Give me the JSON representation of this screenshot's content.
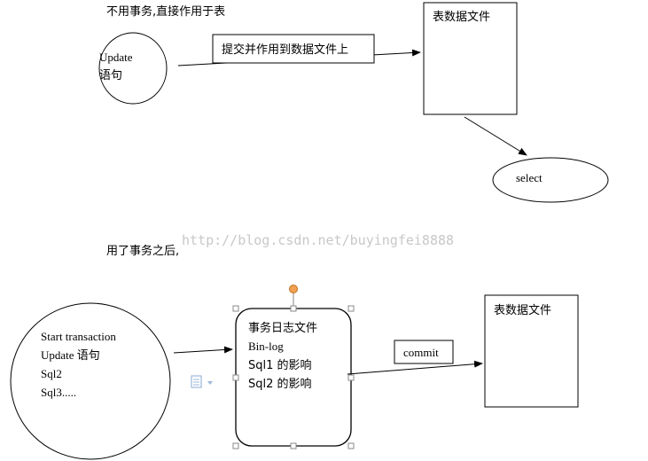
{
  "section1": {
    "title": "不用事务,直接作用于表",
    "update_ellipse": {
      "line1": "Update",
      "line2": "语句"
    },
    "commit_box_label": "提交并作用到数据文件上",
    "table_file_label": "表数据文件",
    "select_label": "select"
  },
  "watermark": "http://blog.csdn.net/buyingfei8888",
  "section2": {
    "title": "用了事务之后,",
    "transaction_ellipse": {
      "line1": "Start transaction",
      "line2": "Update  语句",
      "line3": "Sql2",
      "line4": "Sql3....."
    },
    "log_file": {
      "line1": "事务日志文件",
      "line2": "Bin-log",
      "line3": "Sql1 的影响",
      "line4": "Sql2 的影响"
    },
    "commit_label": "commit",
    "table_file_label": "表数据文件"
  },
  "colors": {
    "stroke": "#000000",
    "handle": "#8a8a8a",
    "rotate_handle": "#f0a050",
    "watermark": "#c8c8c8",
    "icon": "#9bb8d8"
  },
  "icons": {
    "paste_options": "paste-options-icon"
  }
}
